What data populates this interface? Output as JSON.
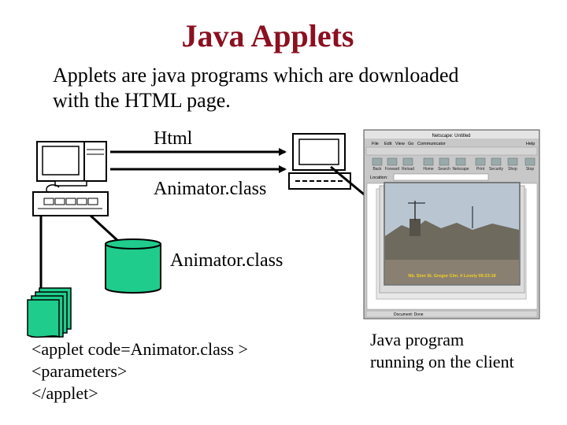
{
  "title": "Java Applets",
  "subtitle": {
    "line1": "Applets are java programs which are downloaded",
    "line2": "with the HTML page."
  },
  "labels": {
    "html": "Html",
    "animator_top": "Animator.class",
    "animator_db": "Animator.class"
  },
  "code": {
    "line1": "<applet code=Animator.class >",
    "line2": "<parameters>",
    "line3": "</applet>"
  },
  "caption": {
    "line1": "Java program",
    "line2": "running on the client"
  },
  "browser": {
    "window_title": "Netscape: Untitled",
    "menu": [
      "File",
      "Edit",
      "View",
      "Go",
      "Communicator",
      "Help"
    ],
    "toolbar": [
      "Back",
      "Forward",
      "Reload",
      "Home",
      "Search",
      "Netscape",
      "Print",
      "Security",
      "Shop",
      "Stop"
    ],
    "location_label": "Location:",
    "status": "Document: Done",
    "image_overlay": "Nb. Sinn St. Gregor Clm. 4 Lovely 09:23:18"
  },
  "colors": {
    "title": "#8b1020",
    "database": "#1fcc8c",
    "documents": "#1fcc8c",
    "outline": "#000000"
  },
  "icons": [
    "server-computer-icon",
    "keyboard-icon",
    "client-computer-icon",
    "database-icon",
    "document-stack-icon",
    "browser-window-icon"
  ]
}
